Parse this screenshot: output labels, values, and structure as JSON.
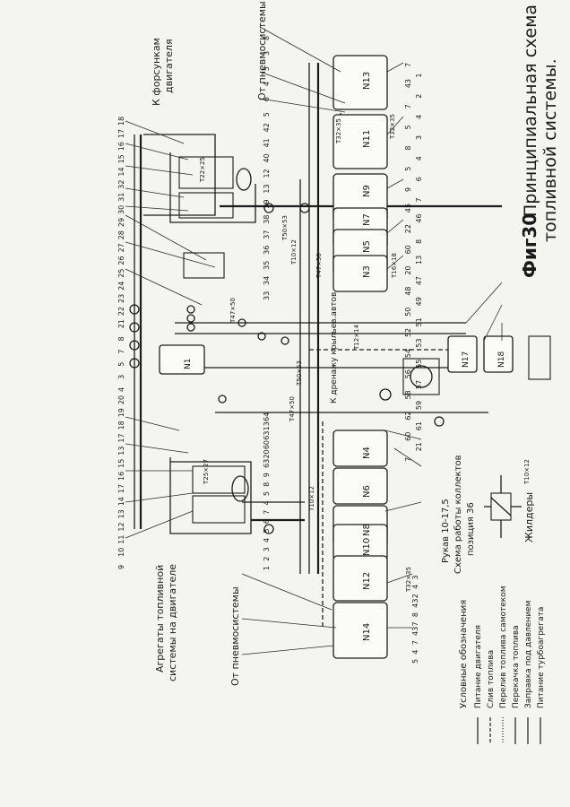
{
  "title": {
    "fig": "Фиг30",
    "line1": "Принципиальная схема",
    "line2": "топливной системы."
  },
  "labels": {
    "to_injectors_1": "К форсункам",
    "to_injectors_2": "двигателя",
    "from_pneumo_top": "От пневмосистемы",
    "from_pneumo_bottom": "От пневмосистемы",
    "engine_units_1": "Агрегаты топливной",
    "engine_units_2": "системы на двигателе",
    "drain_fitting": "К дренажу крыльев.автов",
    "hose": "Рукав 10-17,5",
    "collector_scheme_1": "Схема работы коллектов",
    "collector_scheme_2": "позиция 36",
    "cores": "Жилдеры"
  },
  "tanks": {
    "t14": "N14",
    "t12": "N12",
    "t10": "N10",
    "t8": "N8",
    "t6": "N6",
    "t4": "N4",
    "t3": "N3",
    "t5": "N5",
    "t7": "N7",
    "t9": "N9",
    "t11": "N11",
    "t13": "N13",
    "t17": "N17",
    "t18": "N18",
    "t1": "N1"
  },
  "legend": {
    "heading": "Условные обозначения",
    "items": [
      "Питание двигателя",
      "Слив топлива",
      "Перелив топлива самотеком",
      "Перекачка топлива",
      "Заправка под давлением",
      "Питание турбоагрегата"
    ]
  },
  "pipe_labels": {
    "p1": "Т22×25",
    "p2": "Т32×35",
    "p3": "Т16×18",
    "p4": "Т10×12",
    "p5": "Т50×53",
    "p6": "Т12×14",
    "p7": "Т10×12",
    "p8": "Т47×50",
    "p9": "Т25×27",
    "p10": "Т32×35",
    "p11": "Т32×35",
    "p12": "Т50×53",
    "p13": "Т47×50",
    "p14": "Т47×50",
    "p15": "Т10×12"
  },
  "callouts_left": [
    "18",
    "17",
    "16",
    "15",
    "14",
    "32",
    "31",
    "30",
    "29",
    "28",
    "27",
    "26",
    "25",
    "24",
    "23",
    "22",
    "21",
    "8",
    "7",
    "5",
    "3",
    "4",
    "20",
    "19",
    "18",
    "17",
    "13",
    "15",
    "16",
    "17",
    "14",
    "13",
    "12",
    "11",
    "10",
    "9"
  ],
  "callouts_top": [
    "8",
    "3",
    "5",
    "4",
    "6",
    "5",
    "42",
    "41",
    "40",
    "12",
    "13",
    "39",
    "38",
    "37",
    "36",
    "35",
    "34",
    "33"
  ],
  "callouts_right": [
    "7",
    "1",
    "43",
    "2",
    "7",
    "4",
    "5",
    "3",
    "8",
    "4",
    "5",
    "6",
    "9",
    "7",
    "45",
    "46",
    "22",
    "8",
    "60",
    "13",
    "20",
    "47",
    "48",
    "49",
    "50",
    "51",
    "52",
    "53",
    "54",
    "55",
    "56",
    "57",
    "58",
    "59",
    "62",
    "61",
    "60",
    "21",
    "7"
  ],
  "callouts_bottom": [
    "64",
    "13",
    "63",
    "60",
    "20",
    "63",
    "9",
    "8",
    "5",
    "4",
    "7",
    "6",
    "5",
    "4",
    "3",
    "2",
    "1",
    "3",
    "4",
    "2",
    "43",
    "8",
    "7",
    "43",
    "7",
    "4",
    "5"
  ]
}
